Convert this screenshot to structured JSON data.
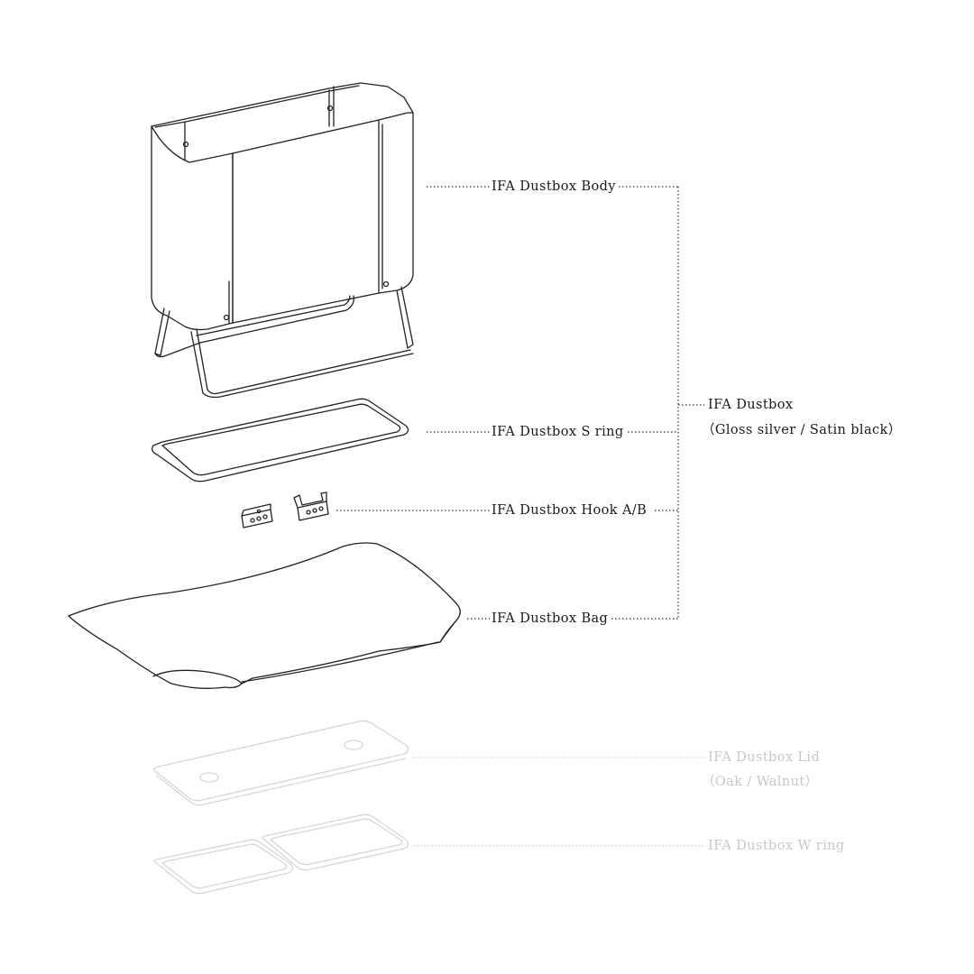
{
  "labels": {
    "body": "IFA Dustbox Body",
    "s_ring": "IFA Dustbox S ring",
    "hook": "IFA Dustbox Hook A/B",
    "bag": "IFA Dustbox Bag",
    "dustbox_title": "IFA Dustbox",
    "dustbox_finish": "（Gloss silver / Satin black）",
    "lid_title": "IFA Dustbox Lid",
    "lid_finish": "（Oak / Walnut）",
    "w_ring": "IFA Dustbox W ring"
  },
  "colors": {
    "line": "#222222",
    "faded": "#d0d0d0",
    "text": "#1a1a1a",
    "background": "#ffffff"
  }
}
